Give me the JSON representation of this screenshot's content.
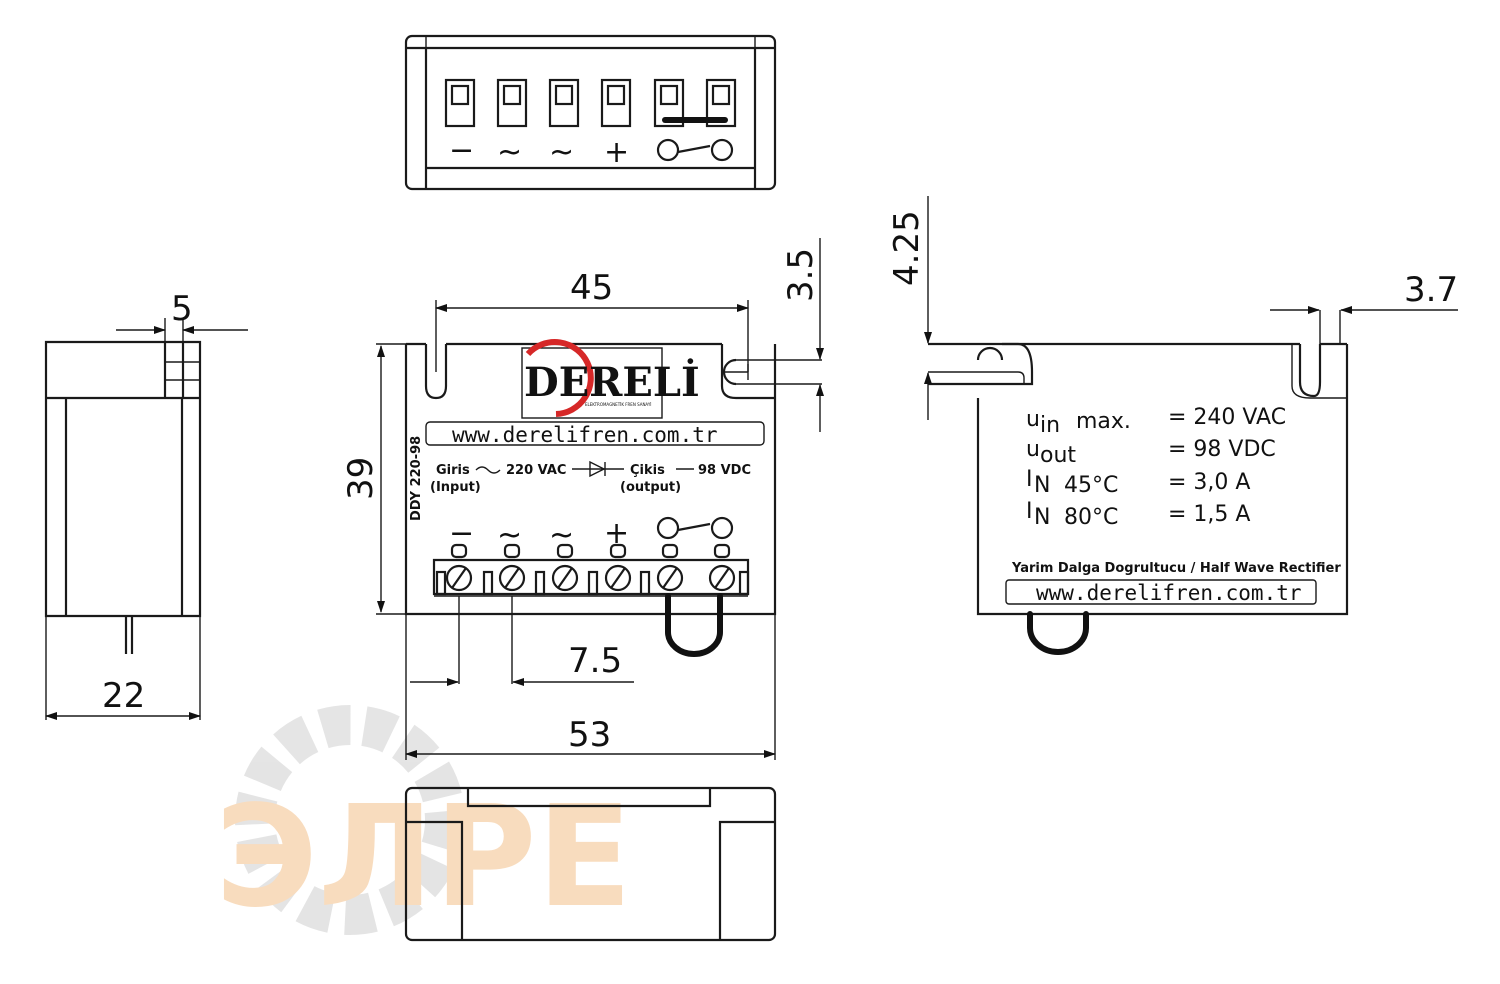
{
  "brand": {
    "logo_text": "DERELİ",
    "logo_subtitle": "ELEKTROMAGNETİK FREN SANAYİ",
    "accent_color": "#d62828",
    "website": "www.derelifren.com.tr"
  },
  "dimensions": {
    "side_width": "5",
    "side_depth": "22",
    "mount_spacing": "45",
    "slot_offset": "3.5",
    "height": "39",
    "terminal_pitch": "7.5",
    "total_width": "53",
    "right_slot_height": "4.25",
    "right_slot_width": "3.7"
  },
  "front_label": {
    "model": "DDY 220-98",
    "input_label": "Giris",
    "input_note": "(Input)",
    "input_value": "220 VAC",
    "output_label": "Çikis",
    "output_note": "(output)",
    "output_value": "98 VDC"
  },
  "terminals": {
    "minus": "−",
    "ac1": "~",
    "ac2": "~",
    "plus": "+"
  },
  "specs": [
    {
      "sym": "u",
      "sub": "in",
      "cond": "max.",
      "value": "= 240  VAC"
    },
    {
      "sym": "u",
      "sub": "out",
      "cond": "",
      "value": "= 98  VDC"
    },
    {
      "sym": "I",
      "sub": "N",
      "cond": "45°C",
      "value": "= 3,0  A"
    },
    {
      "sym": "I",
      "sub": "N",
      "cond": "80°C",
      "value": "= 1,5  A"
    }
  ],
  "rear_title": "Yarim Dalga Dogrultucu / Half Wave Rectifier",
  "watermark": {
    "text": "ЭЛРЕ",
    "colors": [
      "#f4a460",
      "#9e9e9e"
    ]
  }
}
